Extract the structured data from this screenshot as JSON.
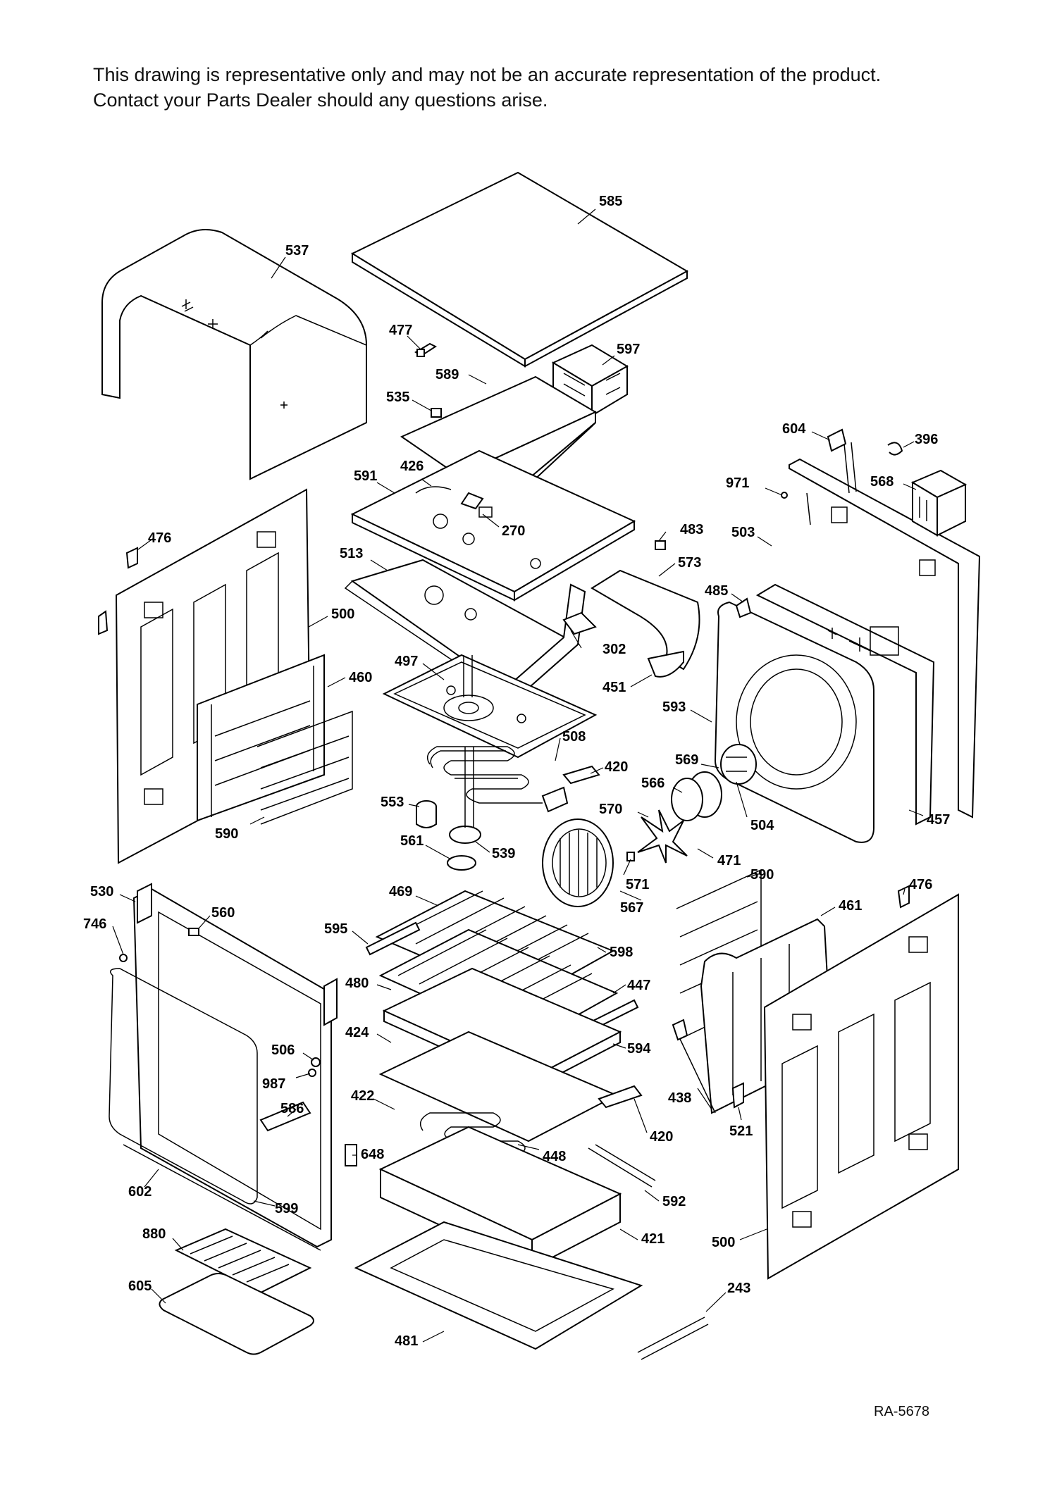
{
  "disclaimer": {
    "line1": "This drawing is representative only and may not be an accurate representation of the product.",
    "line2": "Contact your Parts Dealer should any questions arise."
  },
  "drawing_ref": "RA-5678",
  "parts": [
    {
      "id": "585",
      "text": "585"
    },
    {
      "id": "537",
      "text": "537"
    },
    {
      "id": "477",
      "text": "477"
    },
    {
      "id": "597",
      "text": "597"
    },
    {
      "id": "589",
      "text": "589"
    },
    {
      "id": "535",
      "text": "535"
    },
    {
      "id": "604",
      "text": "604"
    },
    {
      "id": "396",
      "text": "396"
    },
    {
      "id": "591",
      "text": "591"
    },
    {
      "id": "426",
      "text": "426"
    },
    {
      "id": "971",
      "text": "971"
    },
    {
      "id": "568",
      "text": "568"
    },
    {
      "id": "476a",
      "text": "476"
    },
    {
      "id": "270",
      "text": "270"
    },
    {
      "id": "483",
      "text": "483"
    },
    {
      "id": "503",
      "text": "503"
    },
    {
      "id": "513",
      "text": "513"
    },
    {
      "id": "573",
      "text": "573"
    },
    {
      "id": "485",
      "text": "485"
    },
    {
      "id": "500a",
      "text": "500"
    },
    {
      "id": "302",
      "text": "302"
    },
    {
      "id": "497",
      "text": "497"
    },
    {
      "id": "460",
      "text": "460"
    },
    {
      "id": "451",
      "text": "451"
    },
    {
      "id": "593",
      "text": "593"
    },
    {
      "id": "508",
      "text": "508"
    },
    {
      "id": "420a",
      "text": "420"
    },
    {
      "id": "569",
      "text": "569"
    },
    {
      "id": "566",
      "text": "566"
    },
    {
      "id": "553",
      "text": "553"
    },
    {
      "id": "570",
      "text": "570"
    },
    {
      "id": "504",
      "text": "504"
    },
    {
      "id": "457",
      "text": "457"
    },
    {
      "id": "590a",
      "text": "590"
    },
    {
      "id": "561",
      "text": "561"
    },
    {
      "id": "539",
      "text": "539"
    },
    {
      "id": "471",
      "text": "471"
    },
    {
      "id": "571",
      "text": "571"
    },
    {
      "id": "590b",
      "text": "590"
    },
    {
      "id": "530",
      "text": "530"
    },
    {
      "id": "469",
      "text": "469"
    },
    {
      "id": "567",
      "text": "567"
    },
    {
      "id": "476b",
      "text": "476"
    },
    {
      "id": "461",
      "text": "461"
    },
    {
      "id": "560",
      "text": "560"
    },
    {
      "id": "746",
      "text": "746"
    },
    {
      "id": "595",
      "text": "595"
    },
    {
      "id": "598",
      "text": "598"
    },
    {
      "id": "480",
      "text": "480"
    },
    {
      "id": "447",
      "text": "447"
    },
    {
      "id": "424",
      "text": "424"
    },
    {
      "id": "594",
      "text": "594"
    },
    {
      "id": "506",
      "text": "506"
    },
    {
      "id": "987",
      "text": "987"
    },
    {
      "id": "422",
      "text": "422"
    },
    {
      "id": "438",
      "text": "438"
    },
    {
      "id": "586",
      "text": "586"
    },
    {
      "id": "521",
      "text": "521"
    },
    {
      "id": "420b",
      "text": "420"
    },
    {
      "id": "648",
      "text": "648"
    },
    {
      "id": "448",
      "text": "448"
    },
    {
      "id": "602",
      "text": "602"
    },
    {
      "id": "592",
      "text": "592"
    },
    {
      "id": "599",
      "text": "599"
    },
    {
      "id": "880",
      "text": "880"
    },
    {
      "id": "421",
      "text": "421"
    },
    {
      "id": "500b",
      "text": "500"
    },
    {
      "id": "605",
      "text": "605"
    },
    {
      "id": "243",
      "text": "243"
    },
    {
      "id": "481",
      "text": "481"
    }
  ]
}
